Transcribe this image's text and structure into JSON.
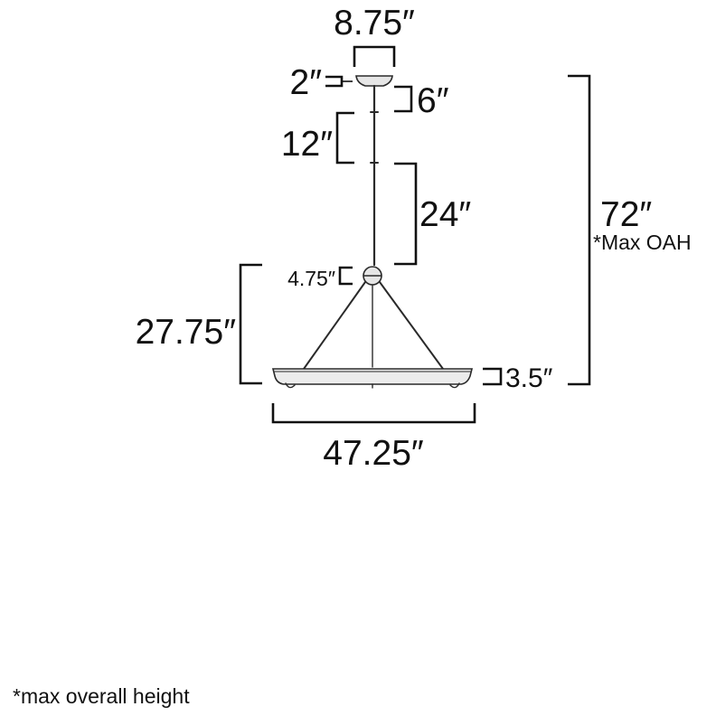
{
  "dimensions": {
    "canopy_width": "8.75″",
    "canopy_height": "2″",
    "canopy_to_rod": "6″",
    "rod_segment_1": "12″",
    "rod_segment_2": "24″",
    "max_oah": "72″",
    "max_oah_note": "*Max OAH",
    "ball_height": "4.75″",
    "frame_height": "27.75″",
    "ring_height": "3.5″",
    "ring_diameter": "47.25″"
  },
  "footnote": "*max overall height",
  "colors": {
    "line": "#111111",
    "fixture": "#2a2a2a",
    "fixture_fill": "#e6e6e6",
    "background": "#ffffff"
  }
}
